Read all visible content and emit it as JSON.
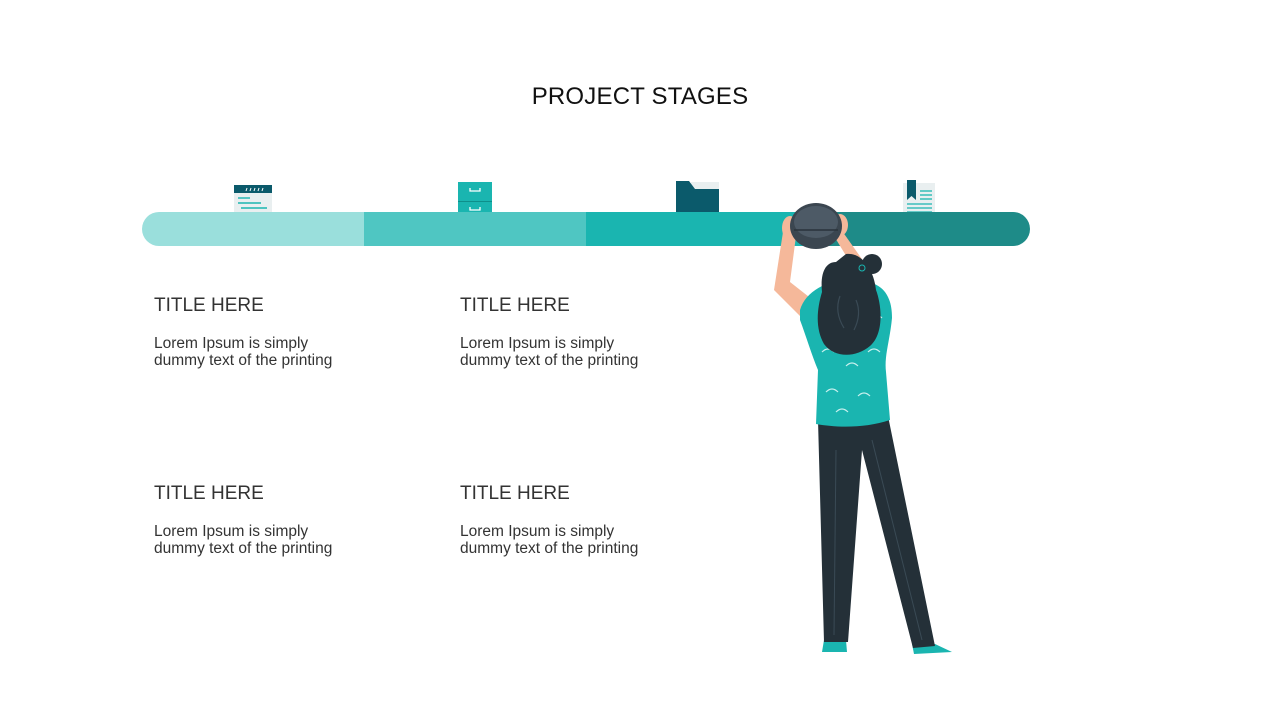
{
  "page": {
    "title": "PROJECT STAGES"
  },
  "stages": [
    {
      "icon": "calendar-icon",
      "color": "#9adfdc"
    },
    {
      "icon": "file-cabinet-icon",
      "color": "#4fc6c2"
    },
    {
      "icon": "folder-icon",
      "color": "#1ab5b0"
    },
    {
      "icon": "bookmark-document-icon",
      "color": "#1e8b88"
    }
  ],
  "cards": [
    {
      "title": "TITLE HERE",
      "body": "Lorem Ipsum  is simply dummy  text  of the printing"
    },
    {
      "title": "TITLE HERE",
      "body": "Lorem Ipsum  is simply dummy  text  of the printing"
    },
    {
      "title": "TITLE HERE",
      "body": "Lorem Ipsum  is simply dummy  text  of the printing"
    },
    {
      "title": "TITLE HERE",
      "body": "Lorem Ipsum  is simply dummy  text  of the printing"
    }
  ],
  "colors": {
    "accent": "#1ab5b0",
    "dark_teal": "#0b5a6b",
    "text": "#333333",
    "hair": "#243038"
  }
}
